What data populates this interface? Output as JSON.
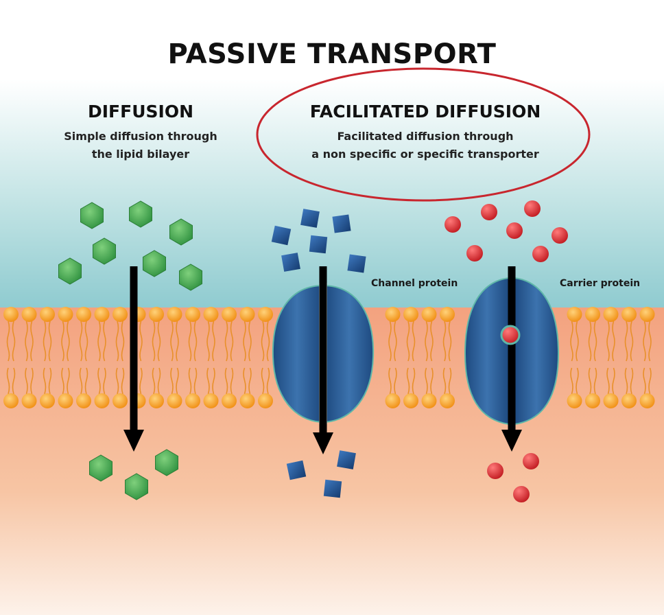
{
  "title": "PASSIVE TRANSPORT",
  "diffusion": {
    "heading": "DIFFUSION",
    "description_line1": "Simple diffusion through",
    "description_line2": "the lipid bilayer"
  },
  "facilitated": {
    "heading": "FACILITATED  DIFFUSION",
    "description_line1": "Facilitated diffusion through",
    "description_line2": "a non specific or specific transporter"
  },
  "labels": {
    "channel_protein": "Channel protein",
    "carrier_protein": "Carrier protein"
  },
  "colors": {
    "upper_fluid": "#8fcbd0",
    "lower_fluid": "#f3a27f",
    "lipid_head": "#f5a623",
    "protein": "#2a5d97",
    "green_molecule": "#3aa84a",
    "blue_molecule": "#1f4e8c",
    "red_molecule": "#d8232a",
    "highlight_ellipse": "#c8262e",
    "arrow": "#000000"
  },
  "icons": [
    "green-hexagon-molecule",
    "blue-square-molecule",
    "red-sphere-molecule",
    "down-arrow-icon"
  ]
}
